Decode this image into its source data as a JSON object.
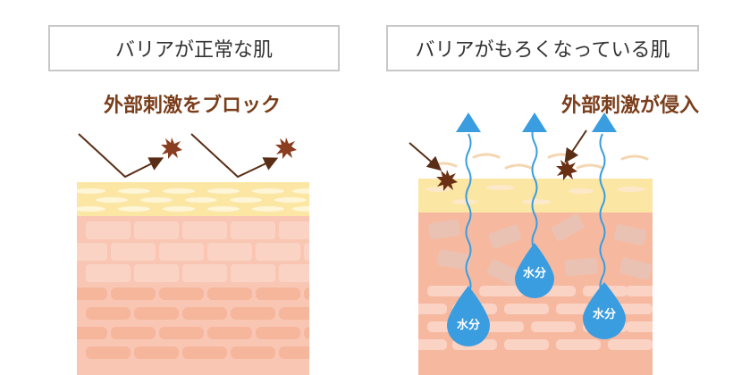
{
  "panels": {
    "left": {
      "title": "バリアが正常な肌",
      "callout": "外部刺激をブロック"
    },
    "right": {
      "title": "バリアがもろくなっている肌",
      "callout": "外部刺激が侵入"
    }
  },
  "water_label": "水分",
  "colors": {
    "barrier_yellow": "#fbe6a4",
    "skin_peach": "#f6b9a0",
    "cell_light": "#fbd3c5",
    "arrow_brown": "#5a2e16",
    "water_blue": "#3a9de0"
  },
  "icons": [
    "starburst-icon",
    "arrow-icon",
    "water-drop-icon"
  ]
}
